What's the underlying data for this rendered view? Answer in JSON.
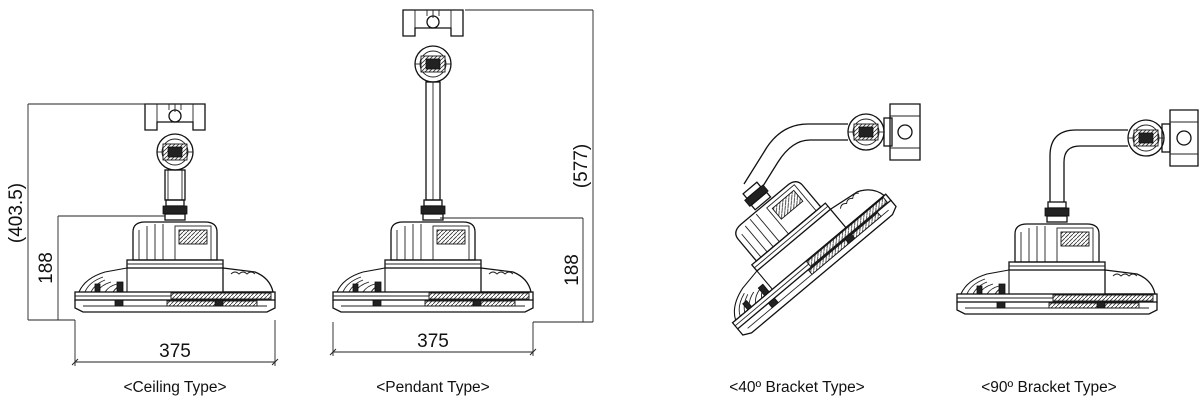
{
  "views": [
    {
      "caption": "<Ceiling Type>",
      "width_label": "375",
      "body_height_label": "188",
      "total_height_label": "(403.5)"
    },
    {
      "caption": "<Pendant Type>",
      "width_label": "375",
      "body_height_label": "188",
      "total_height_label": "(577)"
    },
    {
      "caption": "<40º Bracket Type>"
    },
    {
      "caption": "<90º Bracket Type>"
    }
  ]
}
